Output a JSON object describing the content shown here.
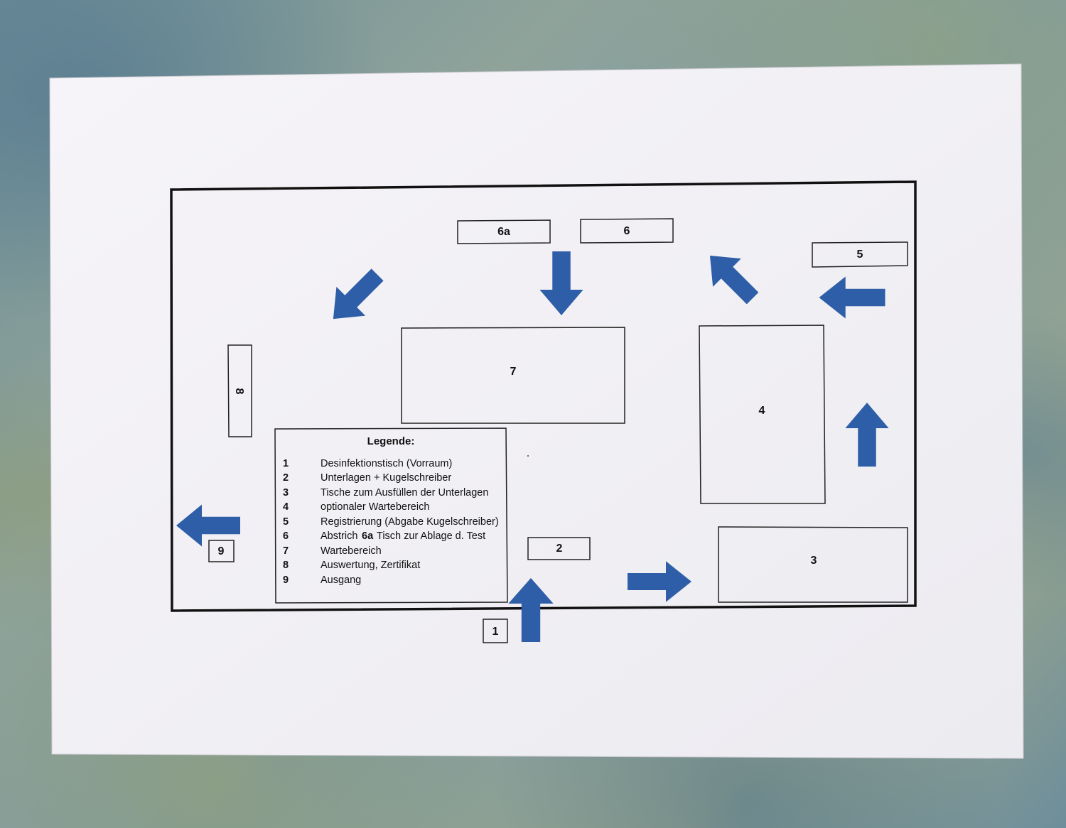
{
  "stations": {
    "s1": "1",
    "s2": "2",
    "s3": "3",
    "s4": "4",
    "s5": "5",
    "s6": "6",
    "s6a": "6a",
    "s7": "7",
    "s8": "8",
    "s9": "9"
  },
  "legend": {
    "title": "Legende:",
    "items": [
      {
        "num": "1",
        "text": "Desinfektionstisch (Vorraum)"
      },
      {
        "num": "2",
        "text": "Unterlagen + Kugelschreiber"
      },
      {
        "num": "3",
        "text": "Tische zum Ausfüllen der Unterlagen"
      },
      {
        "num": "4",
        "text": "optionaler Wartebereich"
      },
      {
        "num": "5",
        "text": "Registrierung (Abgabe Kugelschreiber)"
      },
      {
        "num": "6",
        "text": "Abstrich",
        "bold_extra": "6a",
        "extra": "Tisch zur Ablage d. Test"
      },
      {
        "num": "7",
        "text": "Wartebereich"
      },
      {
        "num": "8",
        "text": "Auswertung, Zertifikat"
      },
      {
        "num": "9",
        "text": "Ausgang"
      }
    ]
  },
  "colors": {
    "arrow": "#2e5ea8",
    "paper": "#f7f5f8",
    "line": "#111111"
  },
  "arrows": [
    {
      "name": "arrow-entry-up",
      "direction": "up"
    },
    {
      "name": "arrow-right-to-3",
      "direction": "right"
    },
    {
      "name": "arrow-up-right-side",
      "direction": "up"
    },
    {
      "name": "arrow-left-from-5",
      "direction": "left"
    },
    {
      "name": "arrow-up-left-to-6",
      "direction": "up-left"
    },
    {
      "name": "arrow-down-from-6a",
      "direction": "down"
    },
    {
      "name": "arrow-down-left-to-8",
      "direction": "down-left"
    },
    {
      "name": "arrow-exit-left",
      "direction": "left"
    }
  ]
}
